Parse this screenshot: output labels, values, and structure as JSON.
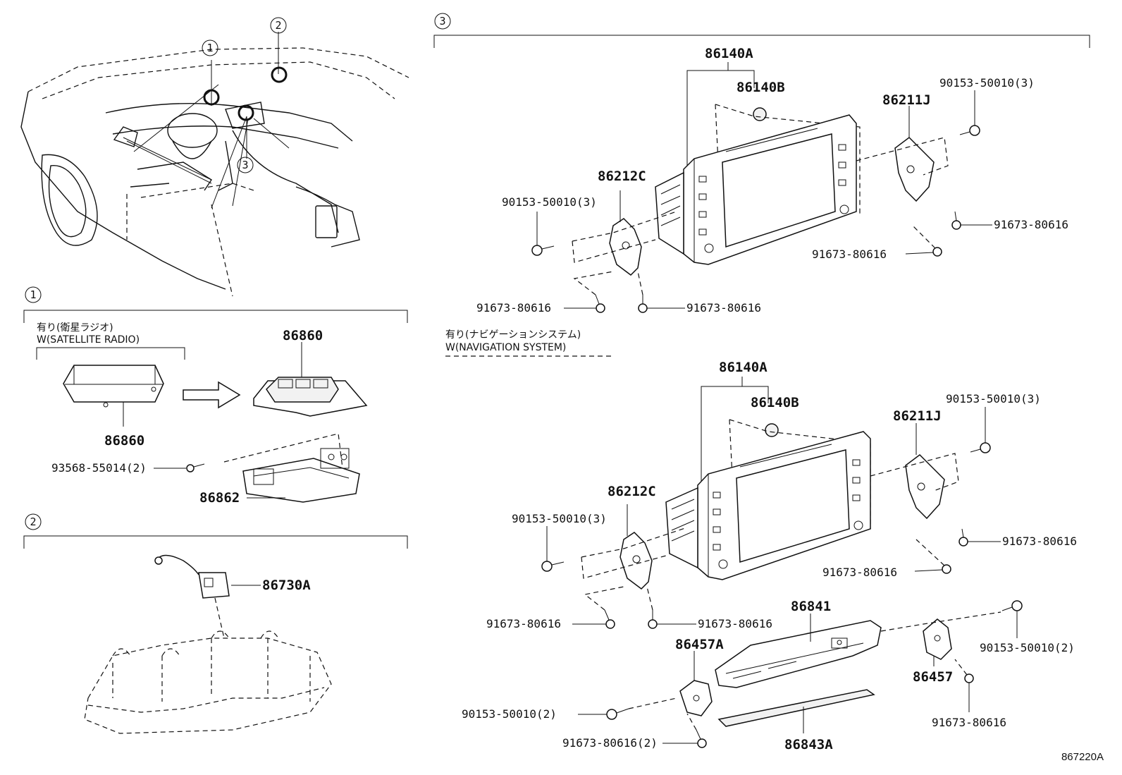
{
  "section_markers": {
    "s1": "1",
    "s2": "2",
    "s3": "3"
  },
  "captions": {
    "satellite_jp": "有り(衛星ラジオ)",
    "satellite_en": "W(SATELLITE RADIO)",
    "navigation_jp": "有り(ナビゲーションシステム)",
    "navigation_en": "W(NAVIGATION SYSTEM)"
  },
  "section1_labels": {
    "p86860_top": "86860",
    "p86860_bottom": "86860",
    "p93568": "93568-55014(2)",
    "p86862": "86862"
  },
  "section2_labels": {
    "p86730A": "86730A"
  },
  "section3_upper_labels": {
    "p86140A": "86140A",
    "p86140B": "86140B",
    "p86211J": "86211J",
    "p86212C": "86212C",
    "p90153_left": "90153-50010(3)",
    "p90153_right": "90153-50010(3)",
    "p91673_r1": "91673-80616",
    "p91673_r2": "91673-80616",
    "p91673_b1": "91673-80616",
    "p91673_b2": "91673-80616"
  },
  "section3_lower_labels": {
    "p86140A": "86140A",
    "p86140B": "86140B",
    "p86211J": "86211J",
    "p86212C": "86212C",
    "p90153_left": "90153-50010(3)",
    "p90153_right": "90153-50010(3)",
    "p91673_r1": "91673-80616",
    "p91673_r2": "91673-80616",
    "p91673_b1": "91673-80616",
    "p91673_b2": "91673-80616",
    "p86841": "86841",
    "p86457A": "86457A",
    "p86457": "86457",
    "p90153_2_left": "90153-50010(2)",
    "p90153_2_right": "90153-50010(2)",
    "p91673_2": "91673-80616(2)",
    "p91673_bot": "91673-80616",
    "p86843A": "86843A"
  },
  "reference_code": "867220A"
}
